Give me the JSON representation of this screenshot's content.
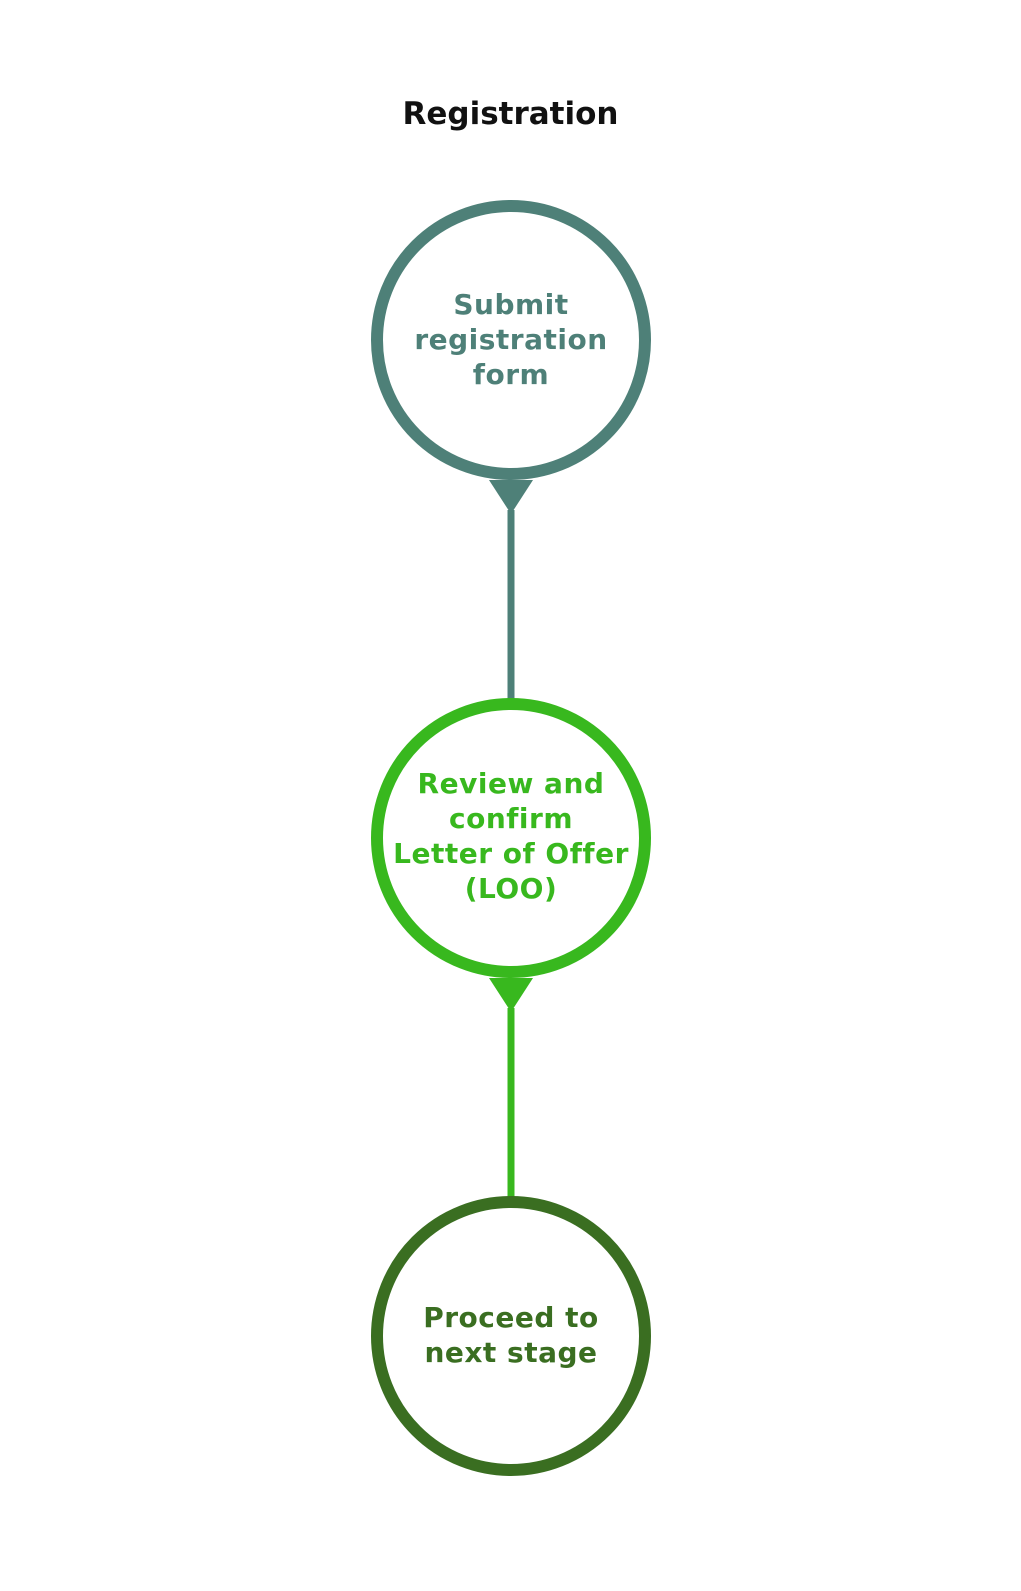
{
  "title": "Registration",
  "steps": [
    {
      "lines": [
        "Submit",
        "registration",
        "form"
      ],
      "color": "#4e8078"
    },
    {
      "lines": [
        "Review and",
        "confirm",
        "Letter of Offer",
        "(LOO)"
      ],
      "color": "#38b81e"
    },
    {
      "lines": [
        "Proceed to",
        "next stage"
      ],
      "color": "#3a6e21"
    }
  ]
}
